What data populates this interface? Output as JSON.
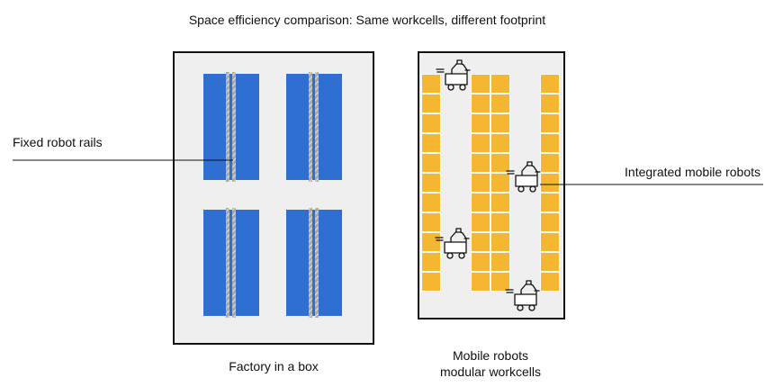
{
  "title": "Space efficiency comparison: Same workcells, different footprint",
  "left_panel": {
    "caption": "Factory in a box",
    "callout": "Fixed robot rails",
    "workcell_count": 4
  },
  "right_panel": {
    "caption_line1": "Mobile robots",
    "caption_line2": "modular workcells",
    "callout": "Integrated mobile robots",
    "column_count": 4,
    "cells_per_column": 11,
    "robot_count": 4
  },
  "colors": {
    "panel_fill": "#efefef",
    "workcell_blue": "#2f6fd1",
    "rail_grey": "#a9a9a9",
    "module_orange": "#f5b731",
    "outline": "#111111"
  }
}
